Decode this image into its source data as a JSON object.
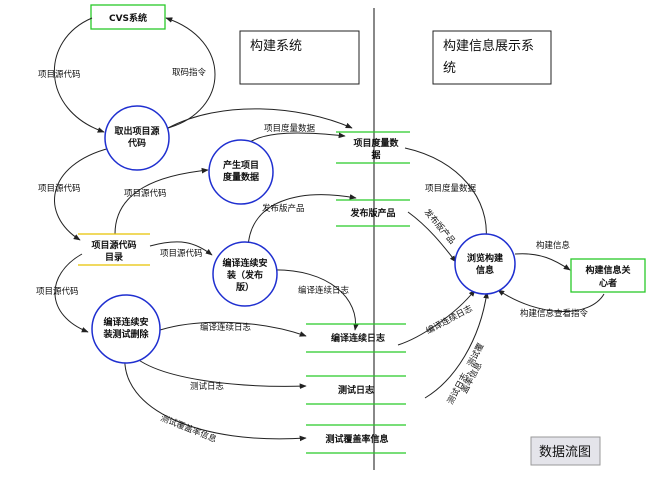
{
  "headers": {
    "left": "构建系统",
    "right_line1": "构建信息展示系",
    "right_line2": "统",
    "bottom_right": "数据流图"
  },
  "nodes": {
    "cvs": "CVS系统",
    "fetch_line1": "取出项目源",
    "fetch_line2": "代码",
    "gen_line1": "产生项目",
    "gen_line2": "度量数据",
    "srcdir_line1": "项目源代码",
    "srcdir_line2": "目录",
    "compile_line1": "编译连续安",
    "compile_line2": "装（发布",
    "compile_line3": "版）",
    "test_line1": "编译连续安",
    "test_line2": "装测试删除",
    "metrics_line1": "项目度量数",
    "metrics_line2": "据",
    "release": "发布版产品",
    "buildlog": "编译连续日志",
    "testlog": "测试日志",
    "testreport": "测试覆盖率信息",
    "browse_line1": "浏览构建",
    "browse_line2": "信息",
    "concerned_line1": "构建信息关",
    "concerned_line2": "心者"
  },
  "edges": {
    "src_code_1": "项目源代码",
    "checkout_cmd": "取码指令",
    "src_code_2": "项目源代码",
    "metrics_1": "项目度量数据",
    "src_code_3": "项目源代码",
    "src_code_4": "项目源代码",
    "src_code_5": "项目源代码",
    "publish": "发布版产品",
    "compile_log_1": "编译连续日志",
    "compile_log_2": "编译连续日志",
    "test_log": "测试日志",
    "test_coverage": "测试覆盖率信息",
    "metrics_2": "项目度量数据",
    "release_diag": "发布版产品",
    "build_info": "构建信息",
    "build_query": "构建信息查看指令",
    "compile_log_diag": "编译连续日志",
    "test_log_diag_1": "测试日志、测试覆",
    "test_log_diag_2": "盖率信息"
  }
}
